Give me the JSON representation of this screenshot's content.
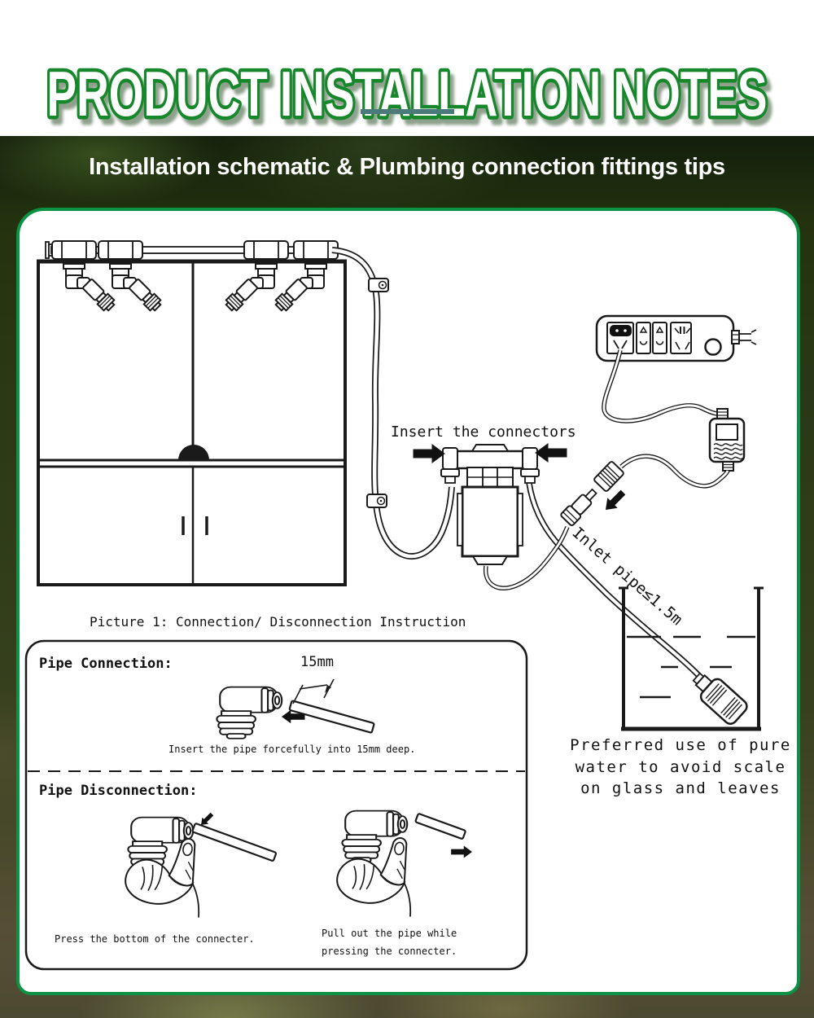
{
  "header": {
    "title": "PRODUCT INSTALLATION NOTES",
    "subtitle": "Installation schematic & Plumbing connection fittings tips"
  },
  "schematic": {
    "insert_connectors_label": "Insert the connectors",
    "inlet_pipe_label": "Inlet pipe≤1.5m",
    "pure_water_note": [
      "Preferred use of pure",
      "water to avoid scale",
      "on glass and leaves"
    ],
    "figure_caption": "Picture 1: Connection/ Disconnection Instruction"
  },
  "instructions": {
    "connection_heading": "Pipe Connection:",
    "depth_dimension": "15mm",
    "connection_note": "Insert the pipe forcefully into 15mm deep.",
    "disconnection_heading": "Pipe Disconnection:",
    "press_note": "Press the bottom of the connecter.",
    "pull_note_line1": "Pull out the pipe while",
    "pull_note_line2": "pressing the connecter."
  },
  "colors": {
    "accent_green": "#0d9145",
    "title_outline": "#16872b",
    "title_shadow": "#8fa18d",
    "underline_teal": "#4a7a7a",
    "ink": "#1a1a1a"
  }
}
